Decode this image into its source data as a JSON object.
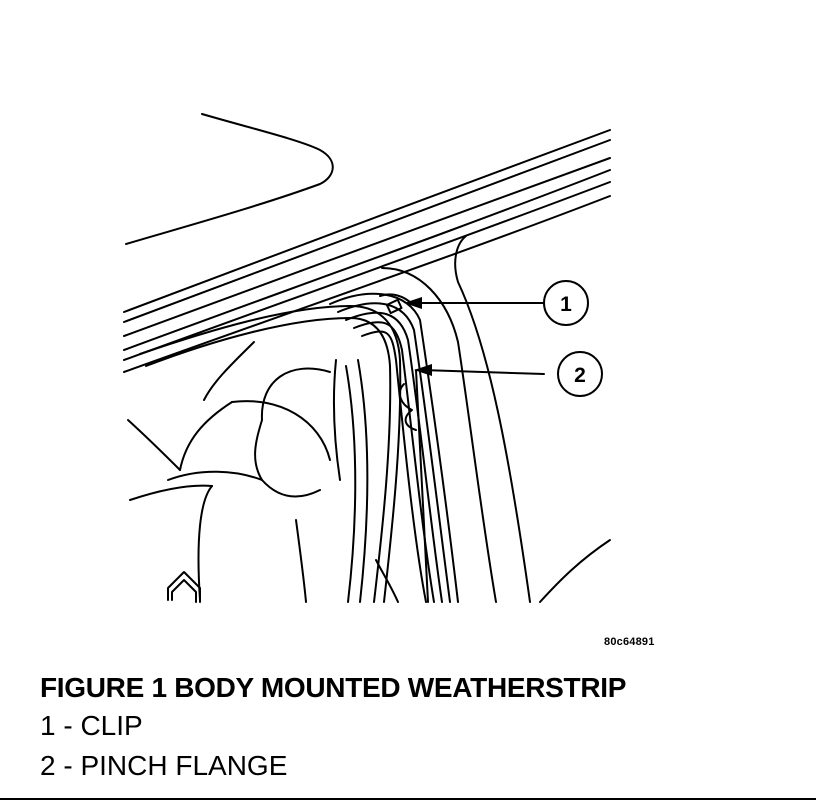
{
  "figure": {
    "image_code": "80c64891",
    "caption_title": "FIGURE 1 BODY MOUNTED WEATHERSTRIP",
    "callouts": [
      {
        "number": "1",
        "label": "CLIP"
      },
      {
        "number": "2",
        "label": "PINCH FLANGE"
      }
    ],
    "legend": [
      "1 - CLIP",
      "2 - PINCH FLANGE"
    ]
  }
}
